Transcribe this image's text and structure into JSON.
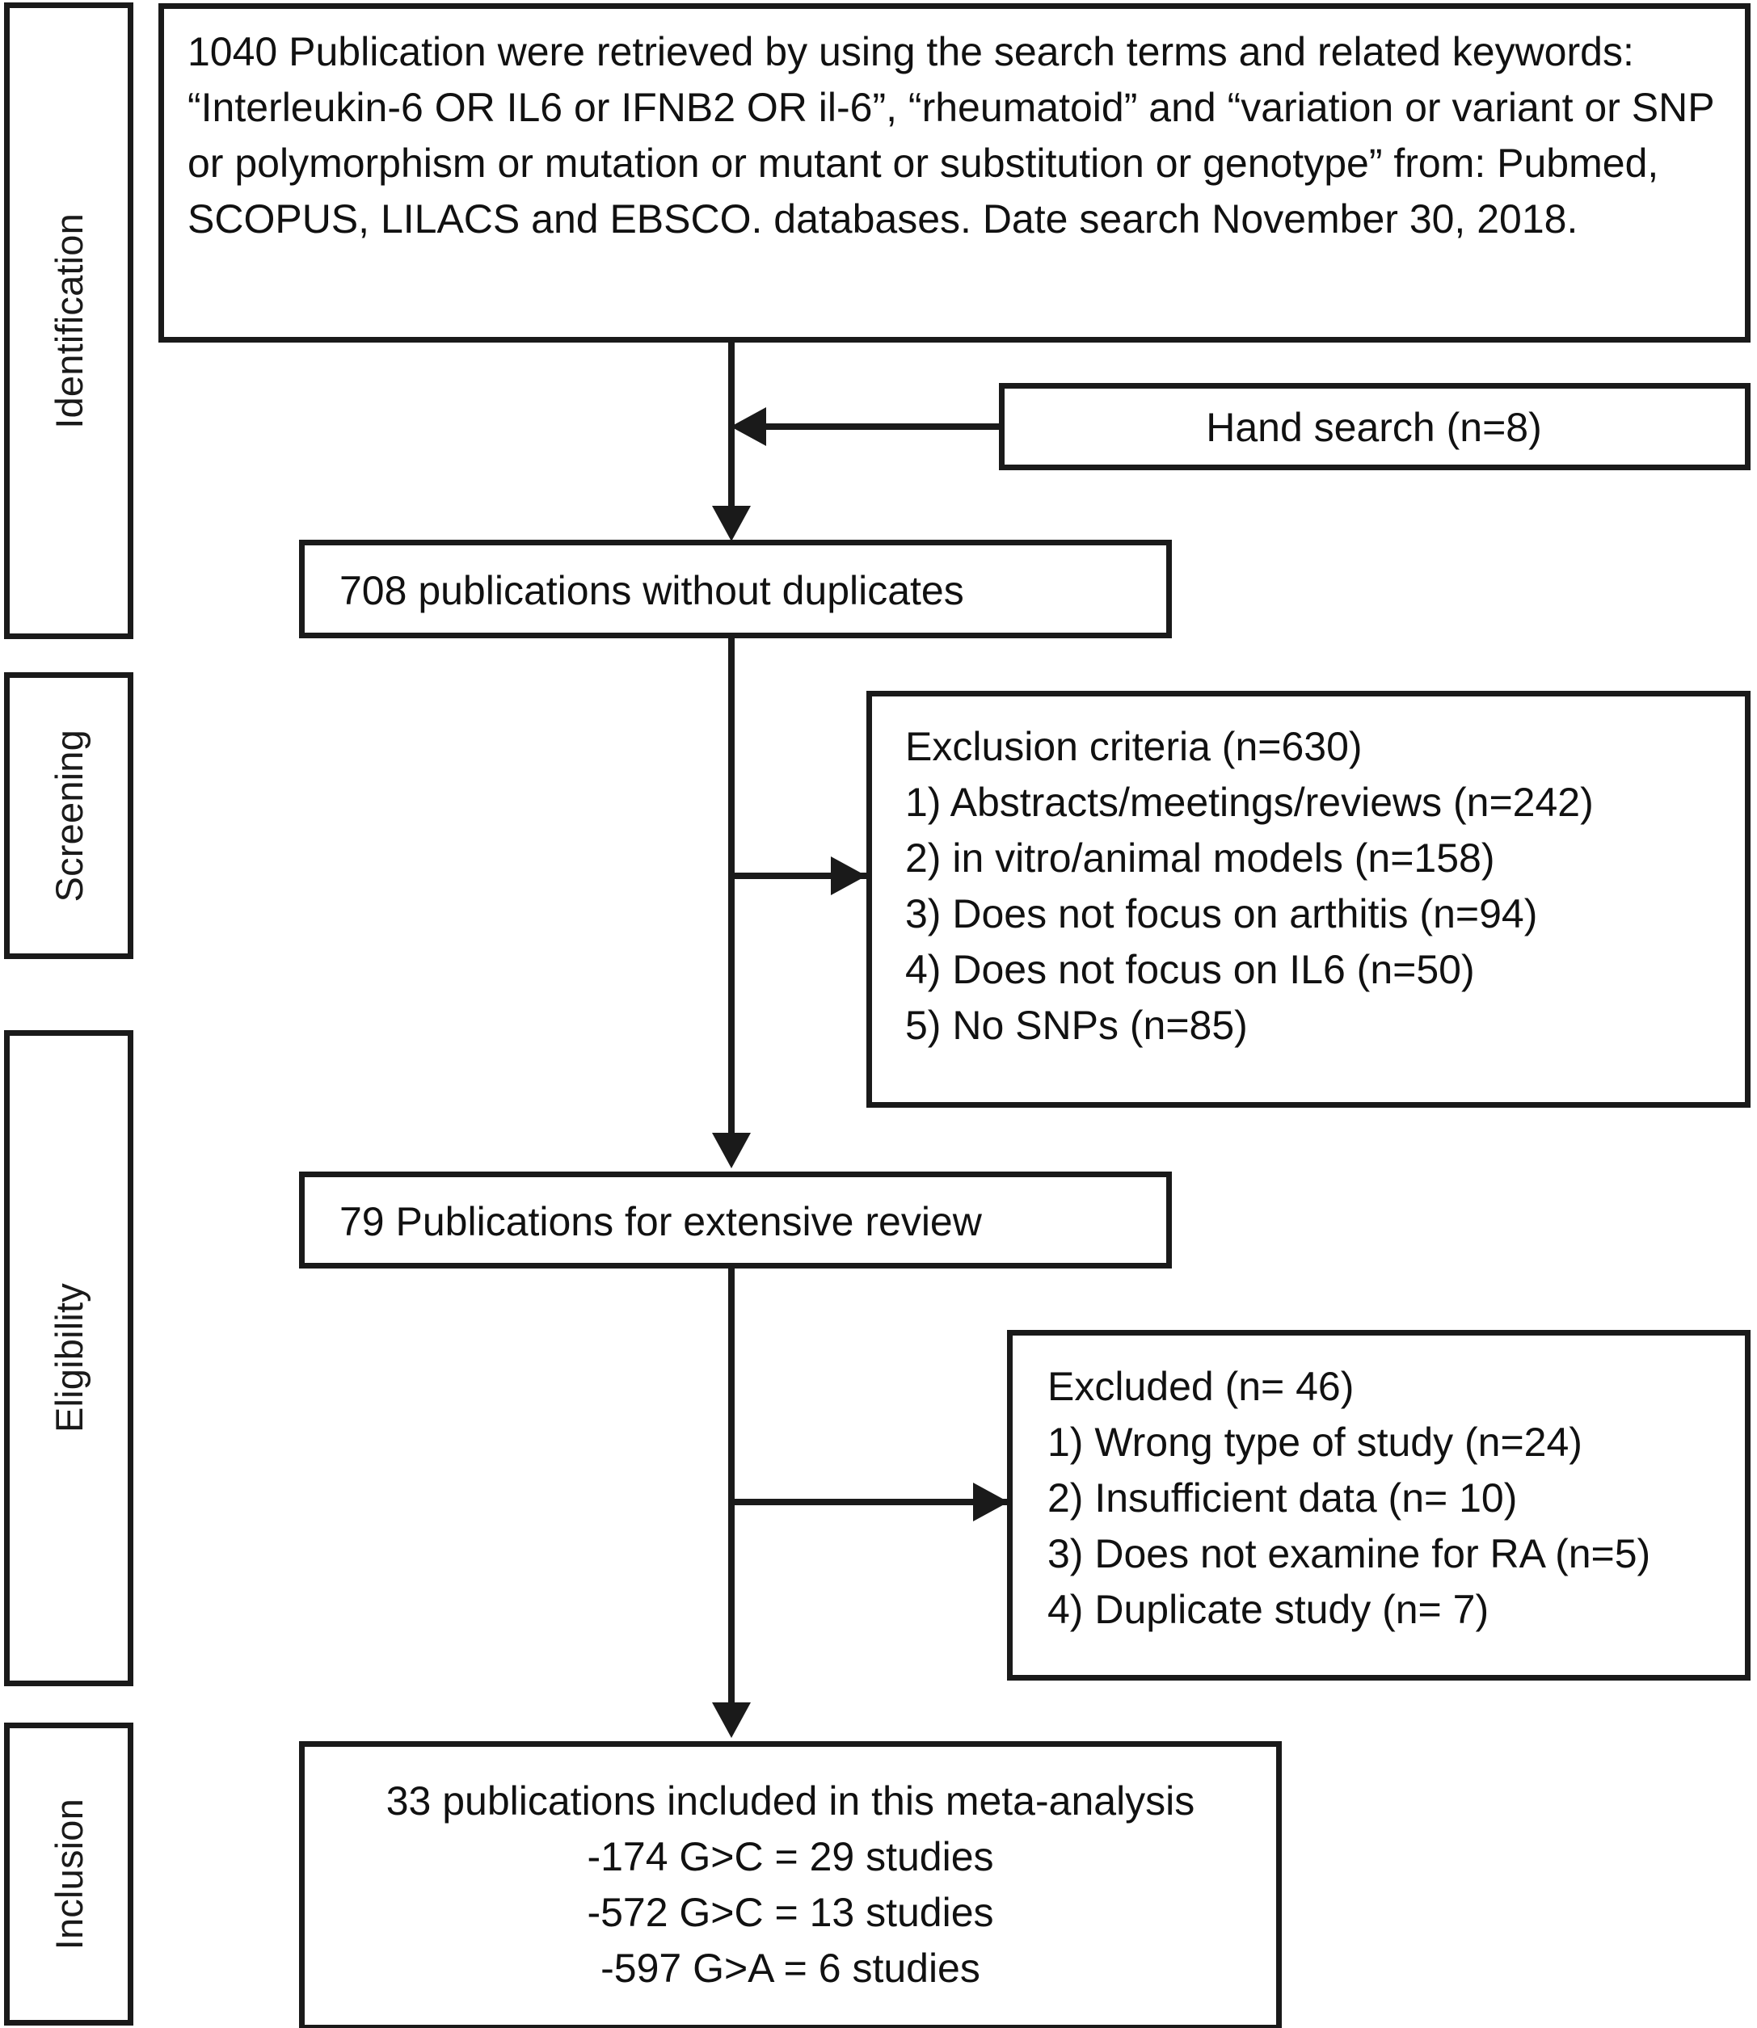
{
  "chart_data": {
    "type": "diagram",
    "title": "PRISMA flow diagram of study selection",
    "stages": [
      "Identification",
      "Screening",
      "Eligibility",
      "Inclusion"
    ],
    "nodes": [
      {
        "id": "records_retrieved",
        "stage": "Identification",
        "count": 1040
      },
      {
        "id": "hand_search",
        "stage": "Identification",
        "count": 8
      },
      {
        "id": "without_duplicates",
        "stage": "Identification",
        "count": 708
      },
      {
        "id": "exclusion_criteria",
        "stage": "Screening",
        "count": 630
      },
      {
        "id": "extensive_review",
        "stage": "Screening",
        "count": 79
      },
      {
        "id": "excluded",
        "stage": "Eligibility",
        "count": 46
      },
      {
        "id": "included",
        "stage": "Inclusion",
        "count": 33
      }
    ],
    "exclusion_breakdown": [
      {
        "label": "Abstracts/meetings/reviews",
        "n": 242
      },
      {
        "label": "in vitro/animal models",
        "n": 158
      },
      {
        "label": "Does not focus on arthitis",
        "n": 94
      },
      {
        "label": "Does not focus on IL6",
        "n": 50
      },
      {
        "label": "No SNPs",
        "n": 85
      }
    ],
    "excluded_breakdown": [
      {
        "label": "Wrong type of study",
        "n": 24
      },
      {
        "label": "Insufficient data",
        "n": 10
      },
      {
        "label": "Does not examine for RA",
        "n": 5
      },
      {
        "label": "Duplicate study",
        "n": 7
      }
    ],
    "included_breakdown": [
      {
        "label": "-174 G>C",
        "n": 29
      },
      {
        "label": "-572 G>C",
        "n": 13
      },
      {
        "label": "-597 G>A",
        "n": 6
      }
    ]
  },
  "stages": {
    "identification": "Identification",
    "screening": "Screening",
    "eligibility": "Eligibility",
    "inclusion": "Inclusion"
  },
  "boxes": {
    "identification": {
      "text": "1040 Publication were retrieved by using the search terms and related keywords: “Interleukin-6 OR IL6 or IFNB2 OR il-6”, “rheumatoid” and “variation or variant or SNP or polymorphism or mutation or mutant or substitution or genotype” from: Pubmed, SCOPUS, LILACS and EBSCO. databases. Date search November 30, 2018."
    },
    "hand_search": {
      "text": "Hand search (n=8)"
    },
    "without_duplicates": {
      "text": "708 publications without duplicates"
    },
    "exclusion_criteria": {
      "title": "Exclusion criteria (n=630)",
      "items": [
        "1) Abstracts/meetings/reviews (n=242)",
        "2) in vitro/animal models (n=158)",
        "3) Does not focus on arthitis (n=94)",
        "4) Does not focus on IL6 (n=50)",
        "5) No SNPs (n=85)"
      ]
    },
    "extensive_review": {
      "text": "79 Publications for extensive review"
    },
    "excluded": {
      "title": "Excluded (n= 46)",
      "items": [
        "1) Wrong type of study (n=24)",
        "2) Insufficient data (n= 10)",
        "3) Does not examine for RA (n=5)",
        "4) Duplicate study (n= 7)"
      ]
    },
    "inclusion": {
      "headline": "33 publications included in this meta-analysis",
      "lines": [
        "-174 G>C = 29 studies",
        "-572 G>C = 13 studies",
        "-597 G>A = 6 studies"
      ]
    }
  },
  "colors": {
    "ink": "#1a1a1a",
    "paper": "#ffffff"
  }
}
